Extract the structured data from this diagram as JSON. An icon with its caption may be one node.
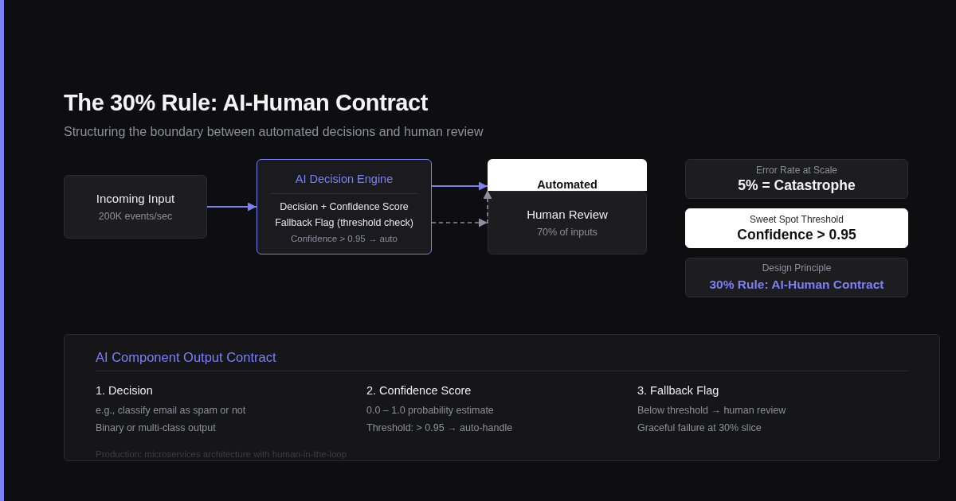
{
  "diagram": {
    "title": "The 30% Rule: AI-Human Contract",
    "nodes": [
      {
        "text": [
          "Incoming Input",
          "200K events/sec"
        ]
      },
      {
        "text": [
          "AI Decision Engine",
          "Decision + Confidence Score",
          "Fallback Flag (threshold check)",
          "Confidence > 0.95 → auto"
        ]
      },
      {
        "text": [
          "Automated"
        ]
      },
      {
        "text": [
          "Human Review",
          "70% of inputs"
        ]
      },
      {
        "text": [
          "Error Rate at Scale",
          "5% = Catastrophe"
        ]
      },
      {
        "text": [
          "Sweet Spot Threshold",
          "Confidence > 0.95"
        ]
      },
      {
        "text": [
          "Design Principle",
          "30% Rule: AI-Human Contract"
        ]
      },
      {
        "text": [
          "AI Component Output Contract",
          "1. Decision",
          "e.g., classify email as spam or not",
          "Binary or multi-class output",
          "2. Confidence Score",
          "0.0 – 1.0 probability estimate",
          "Threshold: > 0.95 → auto-handle",
          "3. Fallback Flag",
          "Below threshold → human review",
          "Graceful failure at 30% slice",
          "Production: microservices architecture with human-in-the-loop"
        ]
      }
    ],
    "edges": [
      {
        "from": 0,
        "to": 1,
        "arrow": "to"
      },
      {
        "from": 1,
        "to": 2,
        "arrow": "to"
      },
      {
        "from": 1,
        "to": 3,
        "arrow": "to",
        "style": "dashed",
        "color": "#8b909c"
      },
      {
        "from": 3,
        "to": 2,
        "arrow": "to",
        "style": "dashed",
        "color": "#8b909c"
      }
    ],
    "labels": [
      "Structuring the boundary between automated decisions and human review"
    ]
  }
}
